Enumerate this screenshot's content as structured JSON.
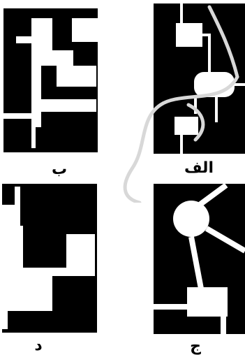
{
  "panels": [
    {
      "id": "top-left",
      "label": "ب"
    },
    {
      "id": "top-right",
      "label": "الف"
    },
    {
      "id": "bottom-left",
      "label": "د"
    },
    {
      "id": "bottom-right",
      "label": "ج"
    }
  ],
  "colors": {
    "ink": "#000000",
    "paper": "#ffffff"
  }
}
